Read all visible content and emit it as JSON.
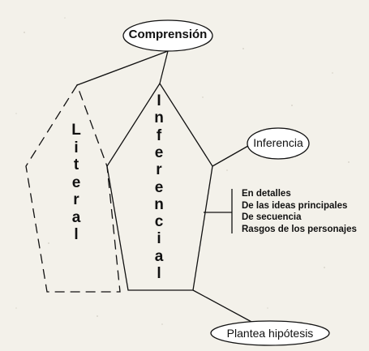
{
  "title": "Comprensión",
  "literal": "Literal",
  "inferencial": "Inferencial",
  "inferencia": "Inferencia",
  "plantea": "Plantea hipótesis",
  "tipos": [
    "En detalles",
    "De las ideas principales",
    "De secuencia",
    "Rasgos de los personajes"
  ]
}
